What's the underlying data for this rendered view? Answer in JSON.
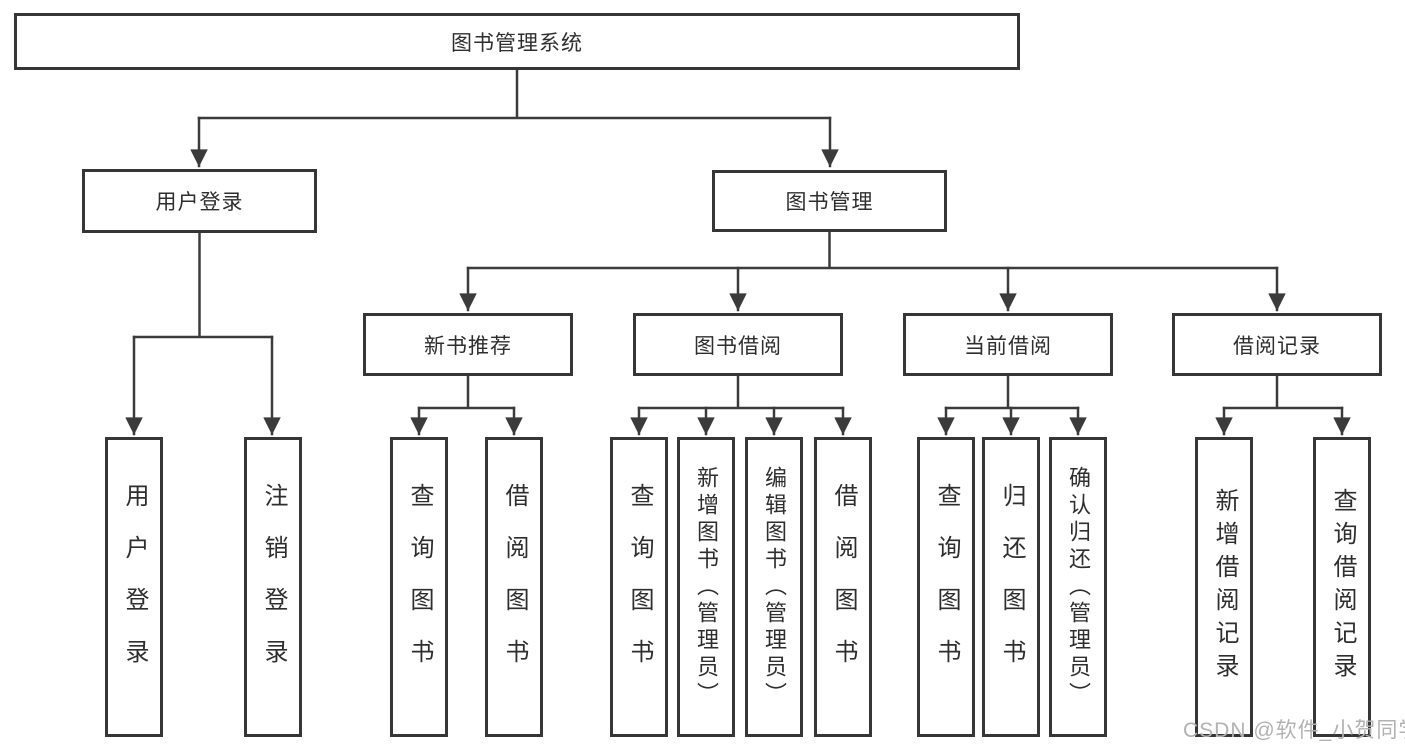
{
  "tree": {
    "root": {
      "label": "图书管理系统"
    },
    "branches": [
      {
        "label": "用户登录",
        "children": [
          "用户登录",
          "注销登录"
        ]
      },
      {
        "label": "图书管理",
        "sections": [
          {
            "label": "新书推荐",
            "children": [
              "查询图书",
              "借阅图书"
            ]
          },
          {
            "label": "图书借阅",
            "children": [
              "查询图书",
              "新增图书（管理员）",
              "编辑图书（管理员）",
              "借阅图书"
            ]
          },
          {
            "label": "当前借阅",
            "children": [
              "查询图书",
              "归还图书",
              "确认归还（管理员）"
            ]
          },
          {
            "label": "借阅记录",
            "children": [
              "新增借阅记录",
              "查询借阅记录"
            ]
          }
        ]
      }
    ]
  },
  "watermark": "CSDN @软件_小贺同学",
  "colors": {
    "box_border": "#363636",
    "connector_line": "#3b3b3b",
    "text": "#2e2e2e",
    "watermark_text": "#b2b2b2",
    "background": "#ffffff"
  }
}
